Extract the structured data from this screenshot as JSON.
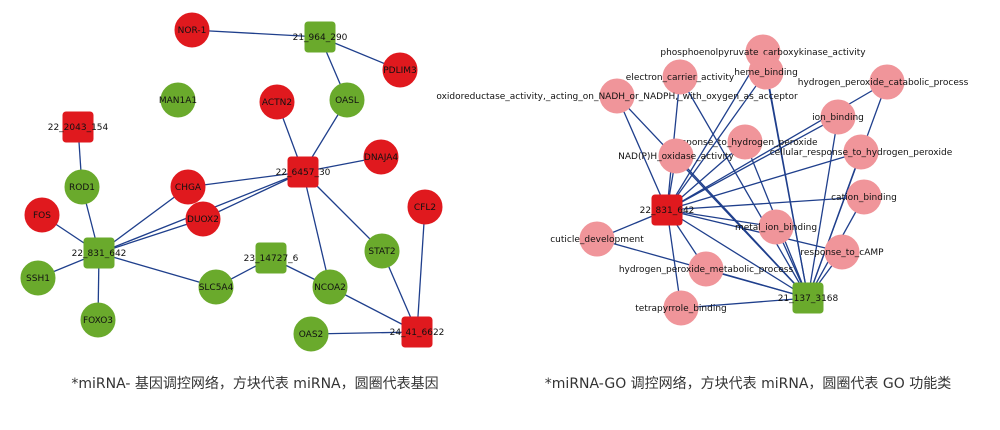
{
  "colors": {
    "edge": "#1f3f8c",
    "mirna_red": "#e0191e",
    "gene_red": "#e0191e",
    "gene_green": "#6aaa2c",
    "go_pink": "#f0959a",
    "mirna_green": "#6aaa2c"
  },
  "left_network": {
    "caption": "*miRNA- 基因调控网络，方块代表 miRNA，圆圈代表基因",
    "nodes": [
      {
        "id": "n21_964_290",
        "label": "21_964_290",
        "shape": "square",
        "color": "green"
      },
      {
        "id": "nNOR1",
        "label": "NOR-1",
        "shape": "circle",
        "color": "red"
      },
      {
        "id": "nPDLIM3",
        "label": "PDLIM3",
        "shape": "circle",
        "color": "red"
      },
      {
        "id": "nOASL",
        "label": "OASL",
        "shape": "circle",
        "color": "green"
      },
      {
        "id": "nMAN1A1",
        "label": "MAN1A1",
        "shape": "circle",
        "color": "green"
      },
      {
        "id": "nACTN2",
        "label": "ACTN2",
        "shape": "circle",
        "color": "red"
      },
      {
        "id": "n22_2043_154",
        "label": "22_2043_154",
        "shape": "square",
        "color": "red"
      },
      {
        "id": "n22_6457_30",
        "label": "22_6457_30",
        "shape": "square",
        "color": "red"
      },
      {
        "id": "nDNAJA4",
        "label": "DNAJA4",
        "shape": "circle",
        "color": "red"
      },
      {
        "id": "nROD1",
        "label": "ROD1",
        "shape": "circle",
        "color": "green"
      },
      {
        "id": "nCHGA",
        "label": "CHGA",
        "shape": "circle",
        "color": "red"
      },
      {
        "id": "nCFL2",
        "label": "CFL2",
        "shape": "circle",
        "color": "red"
      },
      {
        "id": "nFOS",
        "label": "FOS",
        "shape": "circle",
        "color": "red"
      },
      {
        "id": "nDUOX2",
        "label": "DUOX2",
        "shape": "circle",
        "color": "red"
      },
      {
        "id": "n22_831_642L",
        "label": "22_831_642",
        "shape": "square",
        "color": "green"
      },
      {
        "id": "n23_14727_6",
        "label": "23_14727_6",
        "shape": "square",
        "color": "green"
      },
      {
        "id": "nSTAT2",
        "label": "STAT2",
        "shape": "circle",
        "color": "green"
      },
      {
        "id": "nSSH1",
        "label": "SSH1",
        "shape": "circle",
        "color": "green"
      },
      {
        "id": "nSLC5A4",
        "label": "SLC5A4",
        "shape": "circle",
        "color": "green"
      },
      {
        "id": "nNCOA2",
        "label": "NCOA2",
        "shape": "circle",
        "color": "green"
      },
      {
        "id": "nFOXO3",
        "label": "FOXO3",
        "shape": "circle",
        "color": "green"
      },
      {
        "id": "n24_41_6622",
        "label": "24_41_6622",
        "shape": "square",
        "color": "red"
      },
      {
        "id": "nOAS2",
        "label": "OAS2",
        "shape": "circle",
        "color": "green"
      }
    ],
    "edges": [
      [
        "n21_964_290",
        "nNOR1"
      ],
      [
        "n21_964_290",
        "nPDLIM3"
      ],
      [
        "n21_964_290",
        "nOASL"
      ],
      [
        "nOASL",
        "n22_6457_30"
      ],
      [
        "nACTN2",
        "n22_6457_30"
      ],
      [
        "nDNAJA4",
        "n22_6457_30"
      ],
      [
        "nCHGA",
        "n22_6457_30"
      ],
      [
        "nDUOX2",
        "n22_6457_30"
      ],
      [
        "n22_831_642L",
        "n22_6457_30"
      ],
      [
        "nSTAT2",
        "n22_6457_30"
      ],
      [
        "nNCOA2",
        "n22_6457_30"
      ],
      [
        "n22_2043_154",
        "nROD1"
      ],
      [
        "nROD1",
        "n22_831_642L"
      ],
      [
        "nFOS",
        "n22_831_642L"
      ],
      [
        "nCHGA",
        "n22_831_642L"
      ],
      [
        "nDUOX2",
        "n22_831_642L"
      ],
      [
        "nSSH1",
        "n22_831_642L"
      ],
      [
        "nFOXO3",
        "n22_831_642L"
      ],
      [
        "nSLC5A4",
        "n22_831_642L"
      ],
      [
        "n23_14727_6",
        "nSLC5A4"
      ],
      [
        "n23_14727_6",
        "nNCOA2"
      ],
      [
        "nNCOA2",
        "n24_41_6622"
      ],
      [
        "nSTAT2",
        "n24_41_6622"
      ],
      [
        "nCFL2",
        "n24_41_6622"
      ],
      [
        "nOAS2",
        "n24_41_6622"
      ]
    ]
  },
  "right_network": {
    "caption": "*miRNA-GO 调控网络，方块代表 miRNA，圆圈代表 GO 功能类",
    "nodes": [
      {
        "id": "rPEPCK",
        "label": "phosphoenolpyruvate_carboxykinase_activity",
        "shape": "circle",
        "color": "pink"
      },
      {
        "id": "rECA",
        "label": "electron_carrier_activity",
        "shape": "circle",
        "color": "pink"
      },
      {
        "id": "rHEME",
        "label": "heme_binding",
        "shape": "circle",
        "color": "pink"
      },
      {
        "id": "rHPCP",
        "label": "hydrogen_peroxide_catabolic_process",
        "shape": "circle",
        "color": "pink"
      },
      {
        "id": "rOXNADH",
        "label": "oxidoreductase_activity,_acting_on_NADH_or_NADPH,_with_oxygen_as_acceptor",
        "shape": "circle",
        "color": "pink"
      },
      {
        "id": "rION",
        "label": "ion_binding",
        "shape": "circle",
        "color": "pink"
      },
      {
        "id": "rRHP",
        "label": "response_to_hydrogen_peroxide",
        "shape": "circle",
        "color": "pink"
      },
      {
        "id": "rNADPH",
        "label": "NAD(P)H_oxidase_activity",
        "shape": "circle",
        "color": "pink"
      },
      {
        "id": "rCRHP",
        "label": "cellular_response_to_hydrogen_peroxide",
        "shape": "circle",
        "color": "pink"
      },
      {
        "id": "r22_831_642",
        "label": "22_831_642",
        "shape": "square",
        "color": "red"
      },
      {
        "id": "rCATION",
        "label": "cation_binding",
        "shape": "circle",
        "color": "pink"
      },
      {
        "id": "rCUTICLE",
        "label": "cuticle_development",
        "shape": "circle",
        "color": "pink"
      },
      {
        "id": "rMETAL",
        "label": "metal_ion_binding",
        "shape": "circle",
        "color": "pink"
      },
      {
        "id": "rCAMP",
        "label": "response_to_cAMP",
        "shape": "circle",
        "color": "pink"
      },
      {
        "id": "rHPMP",
        "label": "hydrogen_peroxide_metabolic_process",
        "shape": "circle",
        "color": "pink"
      },
      {
        "id": "r21_137_3168",
        "label": "21_137_3168",
        "shape": "square",
        "color": "green"
      },
      {
        "id": "rTETRA",
        "label": "tetrapyrrole_binding",
        "shape": "circle",
        "color": "pink"
      }
    ],
    "edges": [
      [
        "r22_831_642",
        "rPEPCK"
      ],
      [
        "r22_831_642",
        "rECA"
      ],
      [
        "r22_831_642",
        "rHEME"
      ],
      [
        "r22_831_642",
        "rHPCP"
      ],
      [
        "r22_831_642",
        "rOXNADH"
      ],
      [
        "r22_831_642",
        "rION"
      ],
      [
        "r22_831_642",
        "rRHP"
      ],
      [
        "r22_831_642",
        "rNADPH"
      ],
      [
        "r22_831_642",
        "rCRHP"
      ],
      [
        "r22_831_642",
        "rCATION"
      ],
      [
        "r22_831_642",
        "rCUTICLE"
      ],
      [
        "r22_831_642",
        "rMETAL"
      ],
      [
        "r22_831_642",
        "rCAMP"
      ],
      [
        "r22_831_642",
        "rHPMP"
      ],
      [
        "r22_831_642",
        "rTETRA"
      ],
      [
        "r22_831_642",
        "r21_137_3168"
      ],
      [
        "r21_137_3168",
        "rPEPCK"
      ],
      [
        "r21_137_3168",
        "rECA"
      ],
      [
        "r21_137_3168",
        "rHEME"
      ],
      [
        "r21_137_3168",
        "rHPCP"
      ],
      [
        "r21_137_3168",
        "rOXNADH"
      ],
      [
        "r21_137_3168",
        "rION"
      ],
      [
        "r21_137_3168",
        "rRHP"
      ],
      [
        "r21_137_3168",
        "rNADPH"
      ],
      [
        "r21_137_3168",
        "rCRHP"
      ],
      [
        "r21_137_3168",
        "rCATION"
      ],
      [
        "r21_137_3168",
        "rCUTICLE"
      ],
      [
        "r21_137_3168",
        "rMETAL"
      ],
      [
        "r21_137_3168",
        "rCAMP"
      ],
      [
        "r21_137_3168",
        "rHPMP"
      ],
      [
        "r21_137_3168",
        "rTETRA"
      ]
    ]
  }
}
